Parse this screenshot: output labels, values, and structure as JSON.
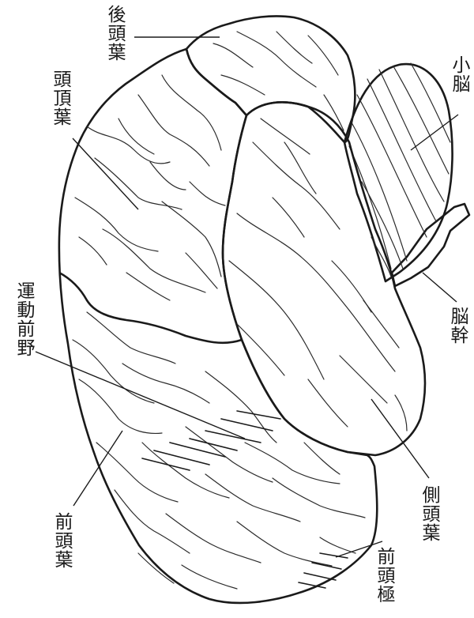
{
  "labels": {
    "occipital_lobe": "後頭葉",
    "parietal_lobe": "頭頂葉",
    "cerebellum": "小脳",
    "premotor_area": "運動前野",
    "brainstem": "脳幹",
    "frontal_lobe": "前頭葉",
    "temporal_lobe": "側頭葉",
    "frontal_pole": "前頭極"
  },
  "colors": {
    "frontal_parietal_fill": "#ffffff",
    "temporal_fill": "#e0e0e0",
    "occipital_fill": "#a6a6a6",
    "cerebellum_fill": "#6a6a6a",
    "brainstem_fill": "#ffffff",
    "outline": "#1a1a1a"
  }
}
